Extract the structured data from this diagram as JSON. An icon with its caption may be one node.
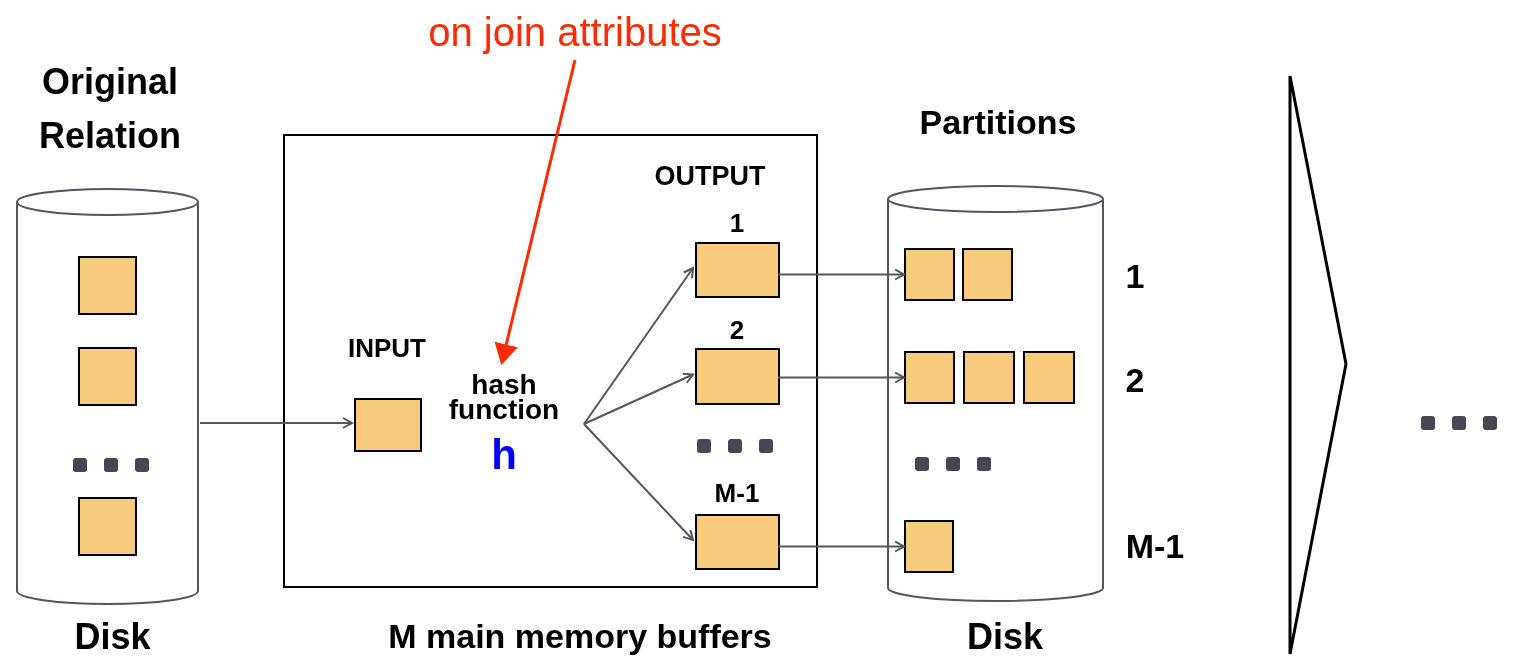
{
  "diagram": {
    "nodes": [
      {
        "text": [
          "Original Relation"
        ],
        "beside": [
          "Disk"
        ]
      },
      {
        "text": [],
        "shape": "box",
        "in": 0
      },
      {
        "text": [],
        "shape": "box",
        "in": 0
      },
      {
        "text": [],
        "shape": "box",
        "in": 0
      },
      {
        "text": [],
        "shape": "box",
        "beside": [
          "M main memory buffers"
        ]
      },
      {
        "text": [
          "INPUT"
        ],
        "in": 4
      },
      {
        "text": [
          "hash function",
          "h"
        ],
        "in": 4
      },
      {
        "text": [
          "1"
        ],
        "in": 4
      },
      {
        "text": [
          "2"
        ],
        "in": 4
      },
      {
        "text": [
          "M-1"
        ],
        "in": 4
      },
      {
        "text": [
          "Partitions"
        ],
        "beside": [
          "Disk"
        ]
      },
      {
        "text": [],
        "shape": "box",
        "in": 10
      },
      {
        "text": [],
        "shape": "box",
        "in": 10
      },
      {
        "text": [],
        "shape": "box",
        "in": 10
      },
      {
        "text": [],
        "shape": "box",
        "in": 10
      },
      {
        "text": [],
        "shape": "box",
        "in": 10
      },
      {
        "text": [],
        "shape": "box",
        "in": 10
      },
      {
        "text": [
          "on join attributes"
        ]
      }
    ],
    "edges": [
      {
        "from": 0,
        "to": 5,
        "arrow": "to"
      },
      {
        "from": 6,
        "to": 7,
        "arrow": "to"
      },
      {
        "from": 6,
        "to": 8,
        "arrow": "to"
      },
      {
        "from": 6,
        "to": 9,
        "arrow": "to"
      },
      {
        "from": 7,
        "to": 11,
        "arrow": "to"
      },
      {
        "from": 8,
        "to": 13,
        "arrow": "to"
      },
      {
        "from": 9,
        "to": 16,
        "arrow": "to"
      },
      {
        "from": 17,
        "to": 6,
        "arrow": "to",
        "color": "#ff2a00"
      }
    ],
    "labels": [
      "OUTPUT",
      "1",
      "2",
      "M-1"
    ]
  }
}
